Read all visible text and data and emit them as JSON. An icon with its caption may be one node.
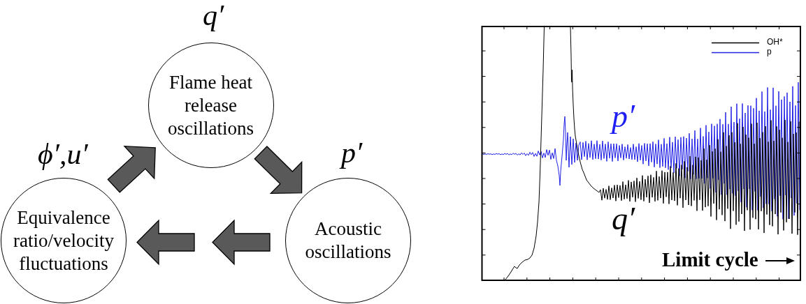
{
  "diagram": {
    "nodes": [
      {
        "text": [
          "Flame heat release oscillations"
        ],
        "beside": [
          "q′"
        ]
      },
      {
        "text": [
          "Equivalence ratio/velocity fluctuations"
        ],
        "beside": [
          "ϕ′,u′"
        ]
      },
      {
        "text": [
          "Acoustic oscillations"
        ],
        "beside": [
          "p′"
        ]
      }
    ],
    "edges": [
      {
        "from": 1,
        "to": 0,
        "arrow": "to"
      },
      {
        "from": 0,
        "to": 2,
        "arrow": "to"
      },
      {
        "from": 2,
        "to": null,
        "arrow": "to"
      },
      {
        "from": null,
        "to": 1,
        "arrow": "to"
      }
    ],
    "labels": [
      "p′",
      "q′",
      "Limit cycle"
    ],
    "legend": [
      {
        "text": "OH*"
      },
      {
        "text": "p"
      }
    ]
  }
}
